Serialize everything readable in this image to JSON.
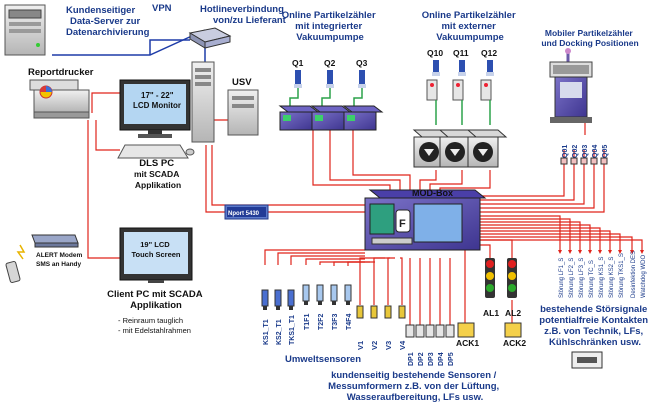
{
  "labels": {
    "kundenserver": [
      "Kundenseitiger",
      "Data-Server zur",
      "Datenarchivierung"
    ],
    "vpn": "VPN",
    "hotline": [
      "Hotlineverbindung",
      "von/zu Lieferant"
    ],
    "reportdrucker": "Reportdrucker",
    "lcd_monitor": [
      "17\" - 22\"",
      "LCD Monitor"
    ],
    "usv": "USV",
    "dls_pc": [
      "DLS PC",
      "mit SCADA",
      "Applikation"
    ],
    "nport": "Nport 5430",
    "alert_modem": [
      "ALERT Modem",
      "SMS an Handy"
    ],
    "touch_screen": [
      "19\" LCD",
      "Touch Screen"
    ],
    "client_pc": [
      "Client PC mit SCADA",
      "Applikation"
    ],
    "client_notes": [
      "- Reinraum tauglich",
      "- mit Edelstahlrahmen"
    ],
    "online_integriert": [
      "Online Partikelzähler",
      "mit integrierter",
      "Vakuumpumpe"
    ],
    "online_extern": [
      "Online Partikelzähler",
      "mit externer",
      "Vakuumpumpe"
    ],
    "mobiler": [
      "Mobiler  Partikelzähler",
      "und Docking Positionen"
    ],
    "modbox": "MOD-Box",
    "umweltsensoren": "Umweltsensoren",
    "kundenseitig": [
      "kundenseitig bestehende Sensoren /",
      "Messumformern z.B. von der Lüftung,",
      "Wasseraufbereitung, LFs usw."
    ],
    "stoersignale": [
      "bestehende Störsignale",
      "potentialfreie Kontakten",
      "z.B. von Technik, LFs,",
      "Kühlschränken usw."
    ]
  },
  "q_integrated": [
    "Q1",
    "Q2",
    "Q3"
  ],
  "q_external": [
    "Q10",
    "Q11",
    "Q12"
  ],
  "q_mobile": [
    "Q01",
    "Q02",
    "Q03",
    "Q04",
    "Q05"
  ],
  "env_sensors": [
    "KS1_T1",
    "KS2_T1",
    "TKS1_T1",
    "T1F1",
    "T2F2",
    "T3F3",
    "T4F4"
  ],
  "v_sensors": [
    "V1",
    "V2",
    "V3",
    "V4"
  ],
  "dp_sensors": [
    "DP1",
    "DP2",
    "DP3",
    "DP4",
    "DP5"
  ],
  "alarms": [
    "AL1",
    "AL2"
  ],
  "acks": [
    "ACK1",
    "ACK2"
  ],
  "stoerung": [
    "Störung LF1_S",
    "Störung LF2_S",
    "Störung LF3_S",
    "Störung TC_S",
    "Störung KS1_S",
    "Störung KS2_S",
    "Störung TKS1_S",
    "Desinfektion DES",
    "Watchdog WDO"
  ]
}
